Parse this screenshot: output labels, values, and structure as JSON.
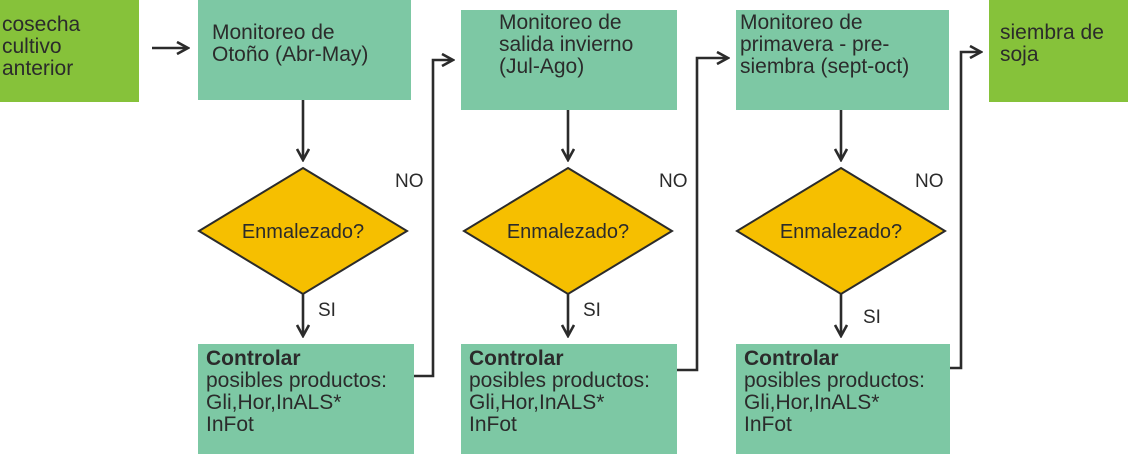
{
  "start": {
    "text": "cosecha\ncultivo\nanterior",
    "color": "#86c23a"
  },
  "end": {
    "text": "siembra  de\nsoja",
    "color": "#86c23a"
  },
  "stages": [
    {
      "monitor": "Monitoreo de\nOtoño (Abr-May)",
      "question": "Enmalezado?",
      "yes_label": "SI",
      "no_label": "NO",
      "control_title": "Controlar",
      "control_text": "posibles productos:\nGli,Hor,InALS*\nInFot"
    },
    {
      "monitor": "Monitoreo de\nsalida invierno\n(Jul-Ago)",
      "question": "Enmalezado?",
      "yes_label": "SI",
      "no_label": "NO",
      "control_title": "Controlar",
      "control_text": "posibles productos:\nGli,Hor,InALS*\nInFot"
    },
    {
      "monitor": "Monitoreo de\nprimavera - pre-\nsiembra  (sept-oct)",
      "question": "Enmalezado?",
      "yes_label": "SI",
      "no_label": "NO",
      "control_title": "Controlar",
      "control_text": "posibles productos:\nGli,Hor,InALS*\nInFot"
    }
  ],
  "colors": {
    "monitor_box": "#7dc8a4",
    "control_box": "#7dc8a4",
    "diamond_fill": "#f6bf00",
    "arrow": "#2b2b2b"
  }
}
